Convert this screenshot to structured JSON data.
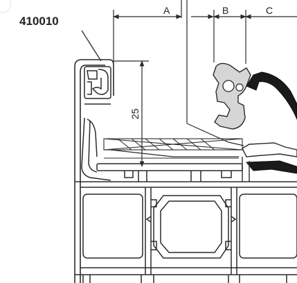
{
  "part_number": "410010",
  "dimensions": {
    "a_label": "A",
    "b_label": "B",
    "c_label": "C",
    "height_label": "25"
  },
  "colors": {
    "line": "#2a2a2a",
    "gasket_fill": "#d6d6d6",
    "seal_fill": "#1a1a1a",
    "background": "#ffffff"
  }
}
